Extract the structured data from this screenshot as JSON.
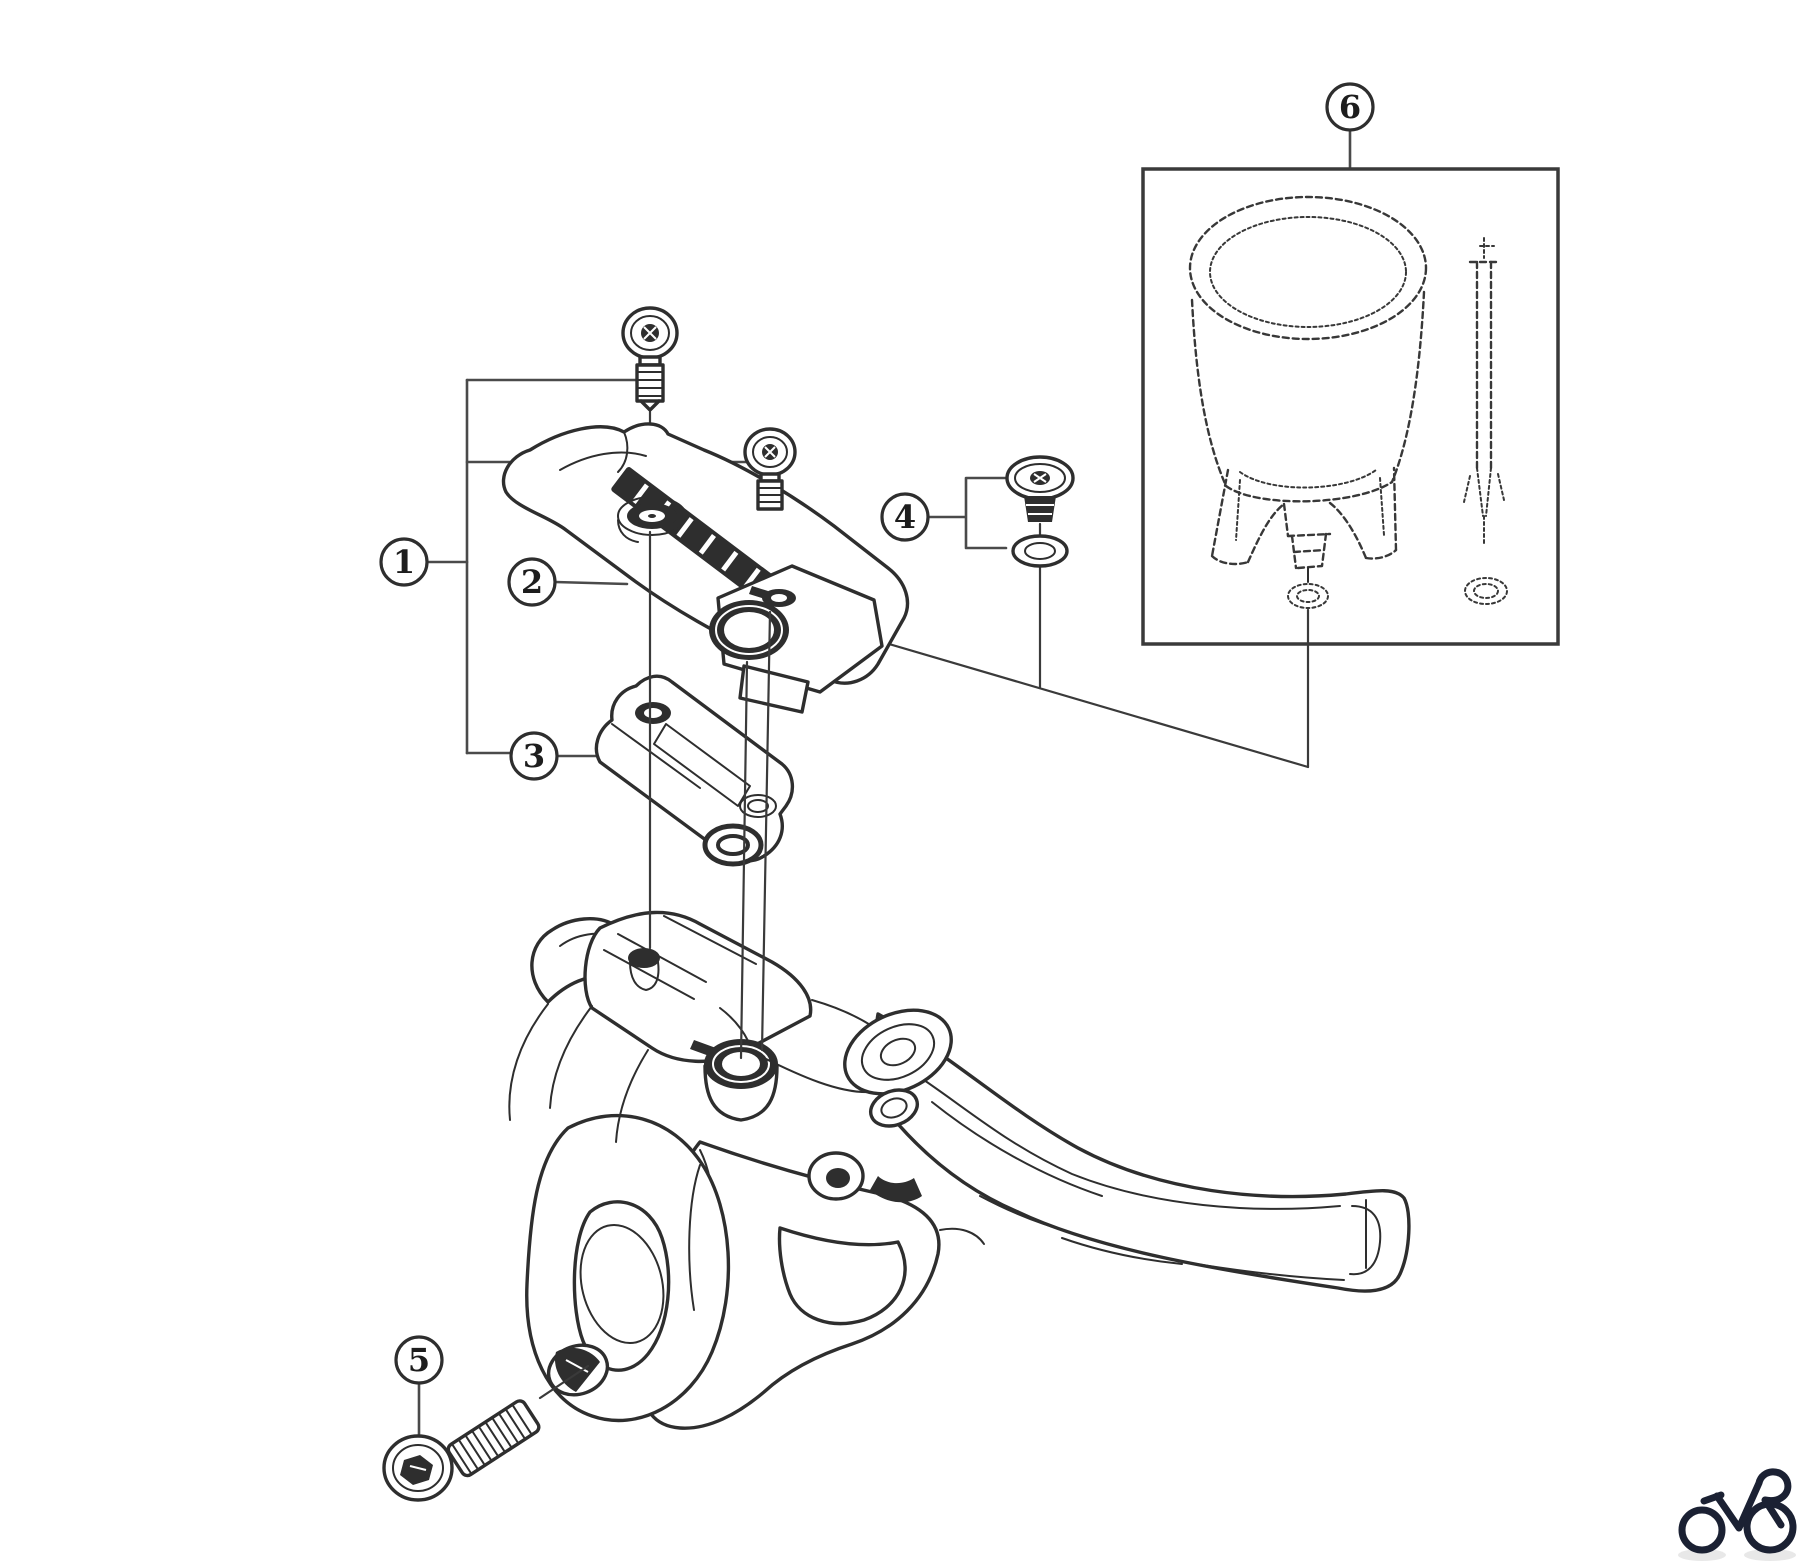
{
  "diagram": {
    "type": "exploded-parts-diagram",
    "callouts": [
      {
        "label": "1"
      },
      {
        "label": "2"
      },
      {
        "label": "3"
      },
      {
        "label": "4"
      },
      {
        "label": "5"
      },
      {
        "label": "6"
      }
    ],
    "colors": {
      "background": "#ffffff",
      "line": "#2e2e2e",
      "leader": "#4a4a4a",
      "logo": "#1b2133"
    }
  }
}
